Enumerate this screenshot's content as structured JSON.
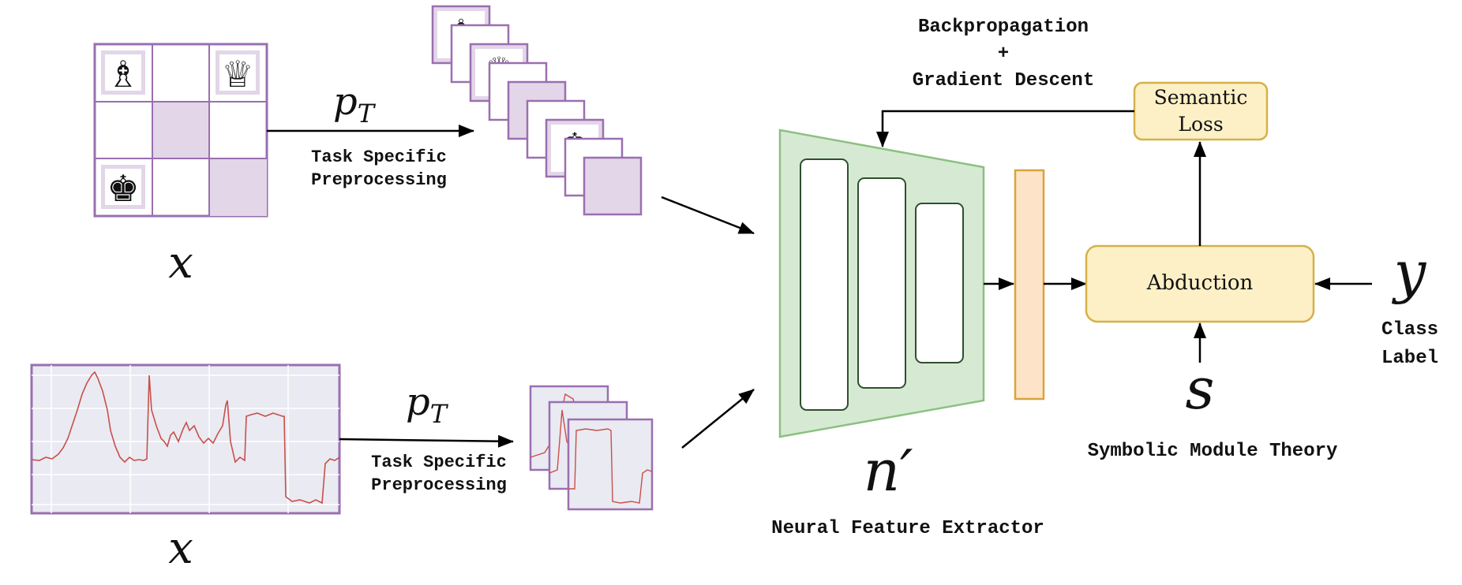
{
  "colors": {
    "purple_border": "#9a6fb0",
    "purple_fill": "#e2d6e8",
    "plot_bg": "#eaeaf2",
    "series_line": "#c8504a",
    "green_fill": "#d6ead3",
    "green_border": "#8cc082",
    "orange_fill": "#fde3c8",
    "orange_border": "#d8a43c",
    "yellow_fill": "#fdf0c6",
    "yellow_border": "#d4b14a"
  },
  "chess_input": {
    "variable": "x",
    "pieces": {
      "bishop": "♗",
      "queen": "♕",
      "king": "♚"
    },
    "transform": {
      "symbol": "p",
      "subscript": "T",
      "label_line1": "Task Specific",
      "label_line2": "Preprocessing"
    }
  },
  "timeseries_input": {
    "variable": "x",
    "transform": {
      "symbol": "p",
      "subscript": "T",
      "label_line1": "Task Specific",
      "label_line2": "Preprocessing"
    }
  },
  "extractor": {
    "symbol": "n′",
    "label": "Neural Feature Extractor"
  },
  "backprop": {
    "line1": "Backpropagation",
    "line2": "+",
    "line3": "Gradient Descent"
  },
  "semantic_loss": {
    "line1": "Semantic",
    "line2": "Loss"
  },
  "abduction": {
    "label": "Abduction"
  },
  "class_label": {
    "symbol": "y",
    "line1": "Class",
    "line2": "Label"
  },
  "theory": {
    "symbol": "s",
    "label": "Symbolic Module Theory"
  }
}
